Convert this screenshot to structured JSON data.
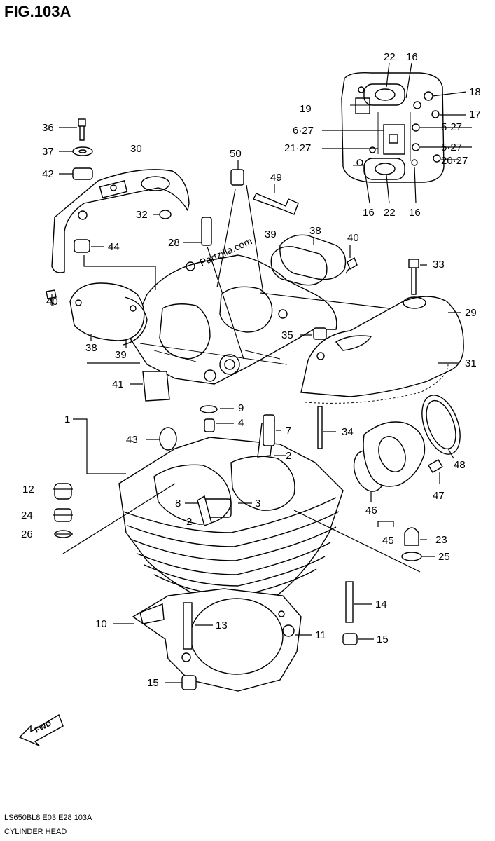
{
  "figure_title": "FIG.103A",
  "model_code": "LS650BL8  E03  E28  103A",
  "caption": "CYLINDER HEAD",
  "watermark": "Partzilla.com",
  "fwd_label": "FWD",
  "labels": {
    "l1": "1",
    "l2a": "2",
    "l2b": "2",
    "l3": "3",
    "l4": "4",
    "l5_27a": "5·27",
    "l5_27b": "5·27",
    "l6_27": "6·27",
    "l7": "7",
    "l8": "8",
    "l9": "9",
    "l10": "10",
    "l11": "11",
    "l12": "12",
    "l13": "13",
    "l14": "14",
    "l15a": "15",
    "l15b": "15",
    "l16a": "16",
    "l16b": "16",
    "l16c": "16",
    "l17": "17",
    "l18": "18",
    "l19": "19",
    "l20_27": "20·27",
    "l21_27": "21·27",
    "l22a": "22",
    "l22b": "22",
    "l23": "23",
    "l24": "24",
    "l25": "25",
    "l26": "26",
    "l28": "28",
    "l29": "29",
    "l30": "30",
    "l31": "31",
    "l32": "32",
    "l33": "33",
    "l34": "34",
    "l35": "35",
    "l36": "36",
    "l37": "37",
    "l38a": "38",
    "l38b": "38",
    "l39a": "39",
    "l39b": "39",
    "l40a": "40",
    "l40b": "40",
    "l41": "41",
    "l42": "42",
    "l43": "43",
    "l44": "44",
    "l45": "45",
    "l46": "46",
    "l47": "47",
    "l48": "48",
    "l49": "49",
    "l50": "50"
  }
}
